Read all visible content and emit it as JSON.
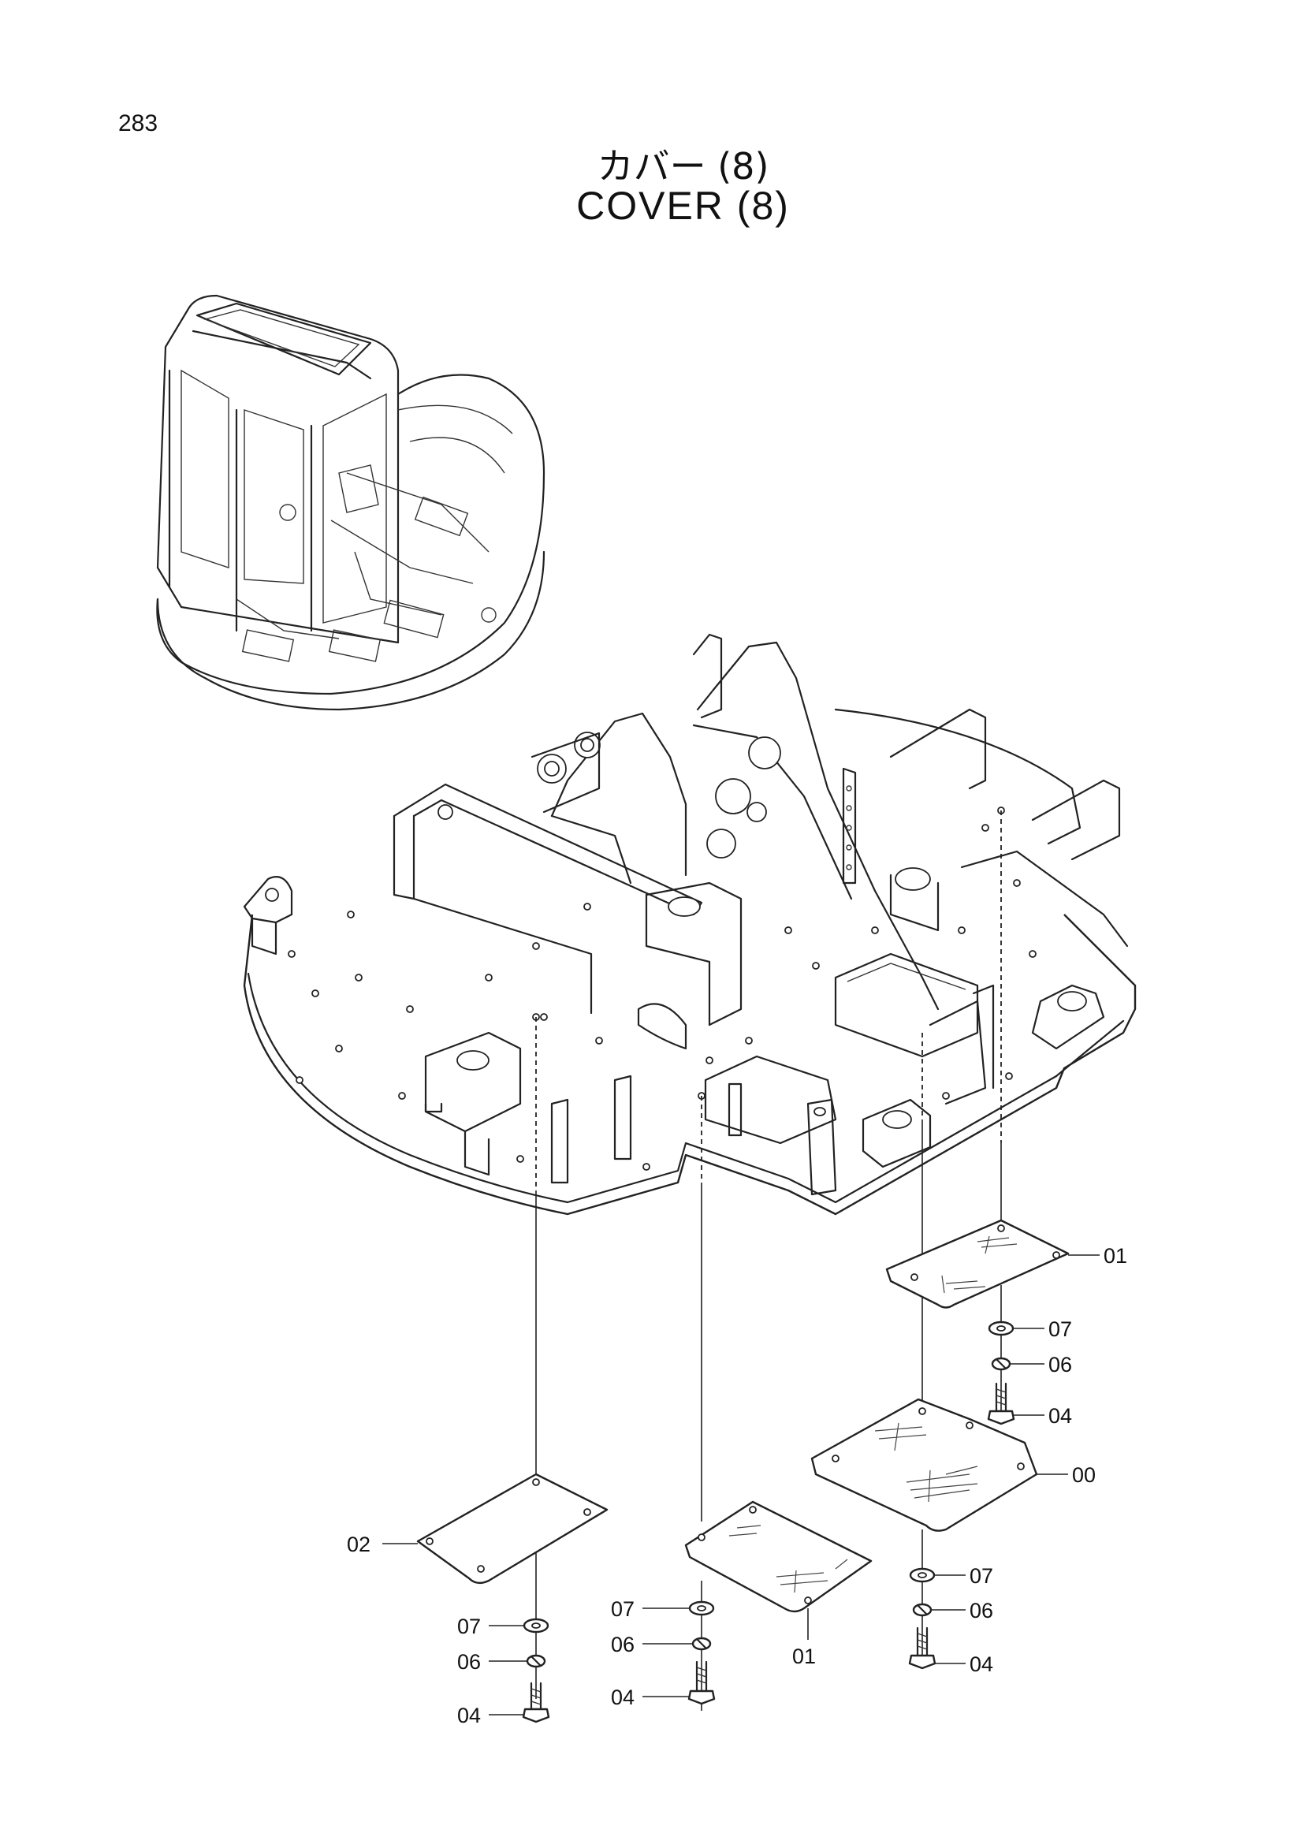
{
  "page_number": "283",
  "title_jp": "カバー (8)",
  "title_en": "COVER (8)",
  "callouts": {
    "c01_right": "01",
    "c07_right_top": "07",
    "c06_right_top": "06",
    "c04_right_top": "04",
    "c00": "00",
    "c07_right_bottom": "07",
    "c06_right_bottom": "06",
    "c04_right_bottom": "04",
    "c02": "02",
    "c07_left": "07",
    "c06_left": "06",
    "c04_left": "04",
    "c07_center": "07",
    "c06_center": "06",
    "c04_center": "04",
    "c01_center": "01"
  }
}
